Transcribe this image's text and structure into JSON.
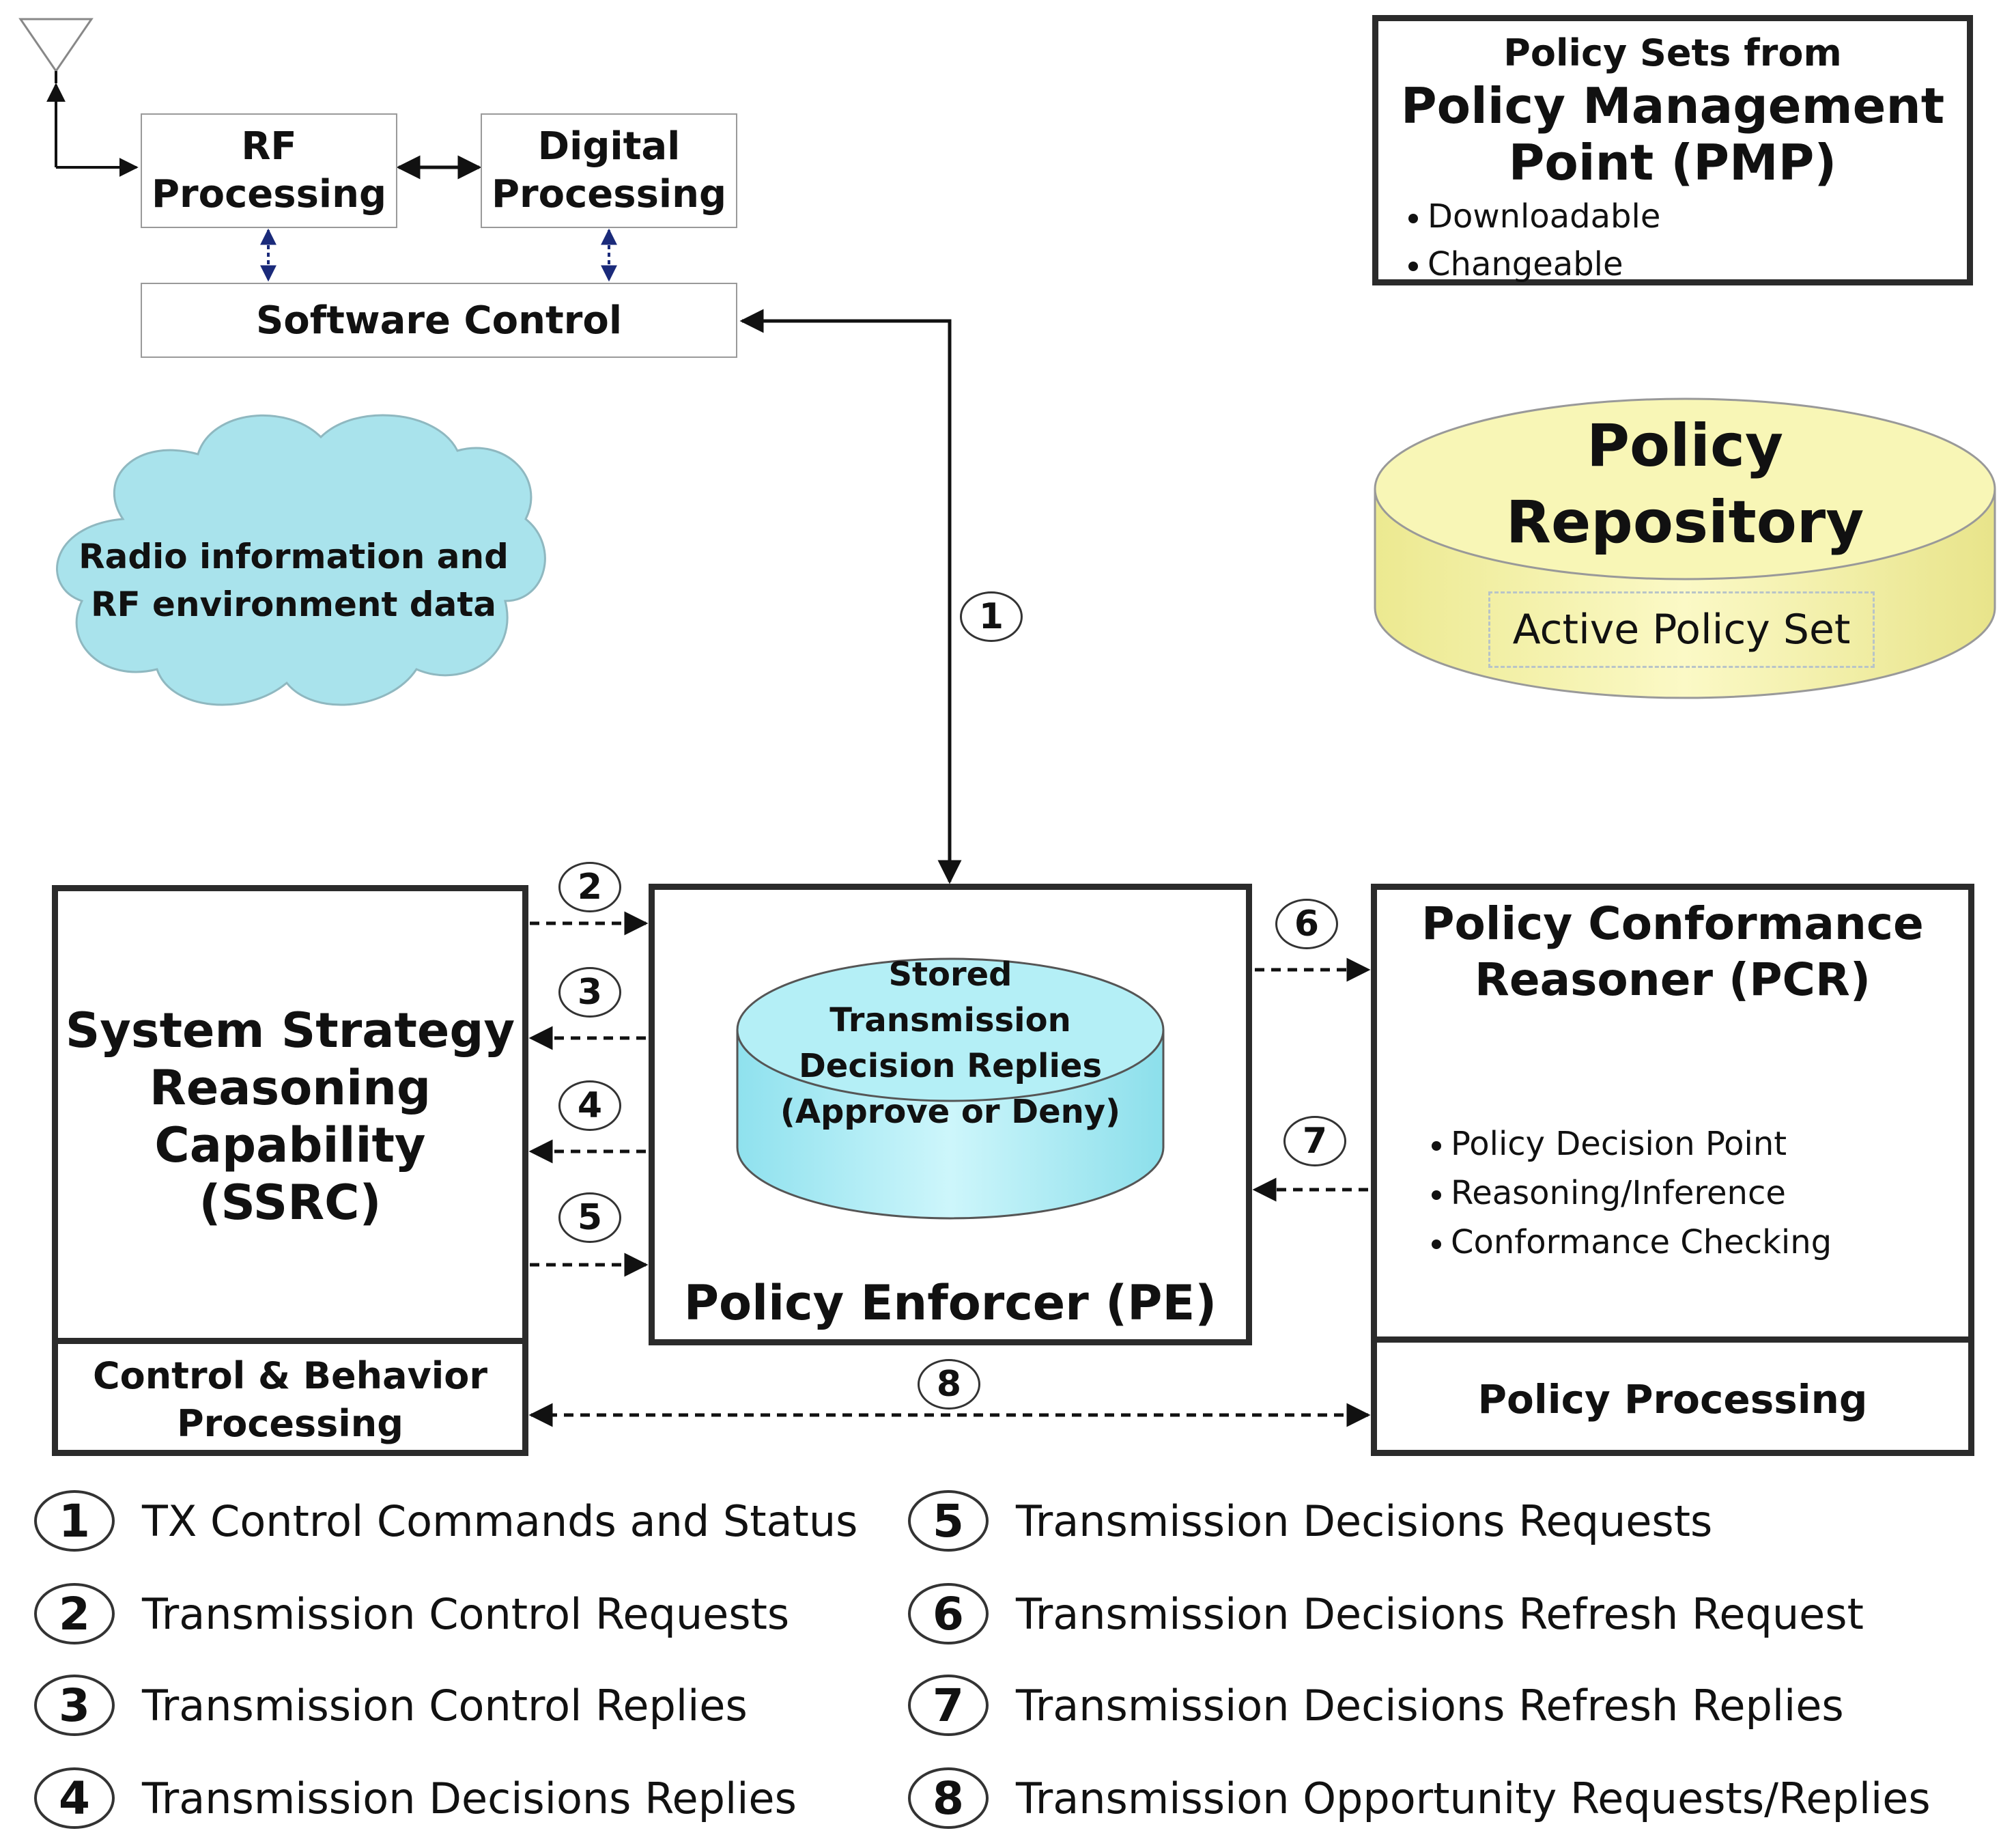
{
  "top_blocks": {
    "rf_processing": "RF\nProcessing",
    "digital_processing": "Digital\nProcessing",
    "software_control": "Software Control"
  },
  "cloud": {
    "label": "Radio information and\nRF environment data"
  },
  "pmp": {
    "line1": "Policy Sets from",
    "line2": "Policy Management\nPoint (PMP)",
    "bullets": [
      "Downloadable",
      "Changeable"
    ]
  },
  "repository": {
    "title": "Policy\nRepository",
    "active_set": "Active Policy Set"
  },
  "ssrc": {
    "title": "System Strategy\nReasoning\nCapability (SSRC)",
    "control": "Control & Behavior\nProcessing"
  },
  "pe": {
    "stored": "Stored\nTransmission\nDecision Replies\n(Approve or Deny)",
    "title": "Policy Enforcer (PE)"
  },
  "pcr": {
    "title": "Policy Conformance\nReasoner (PCR)",
    "bullets": [
      "Policy Decision Point",
      "Reasoning/Inference",
      "Conformance Checking"
    ],
    "processing": "Policy Processing"
  },
  "flow_numbers": [
    "1",
    "2",
    "3",
    "4",
    "5",
    "6",
    "7",
    "8"
  ],
  "legend": [
    {
      "num": "1",
      "text": "TX Control Commands and Status"
    },
    {
      "num": "2",
      "text": "Transmission Control Requests"
    },
    {
      "num": "3",
      "text": "Transmission Control Replies"
    },
    {
      "num": "4",
      "text": "Transmission Decisions Replies"
    },
    {
      "num": "5",
      "text": "Transmission Decisions Requests"
    },
    {
      "num": "6",
      "text": "Transmission Decisions Refresh Request"
    },
    {
      "num": "7",
      "text": "Transmission Decisions Refresh Replies"
    },
    {
      "num": "8",
      "text": "Transmission Opportunity Requests/Replies"
    }
  ],
  "colors": {
    "cloud": "#a9e3ec",
    "repository": "#f6f3a4",
    "stored": "#a8ecf4",
    "border": "#2b2b2b"
  }
}
